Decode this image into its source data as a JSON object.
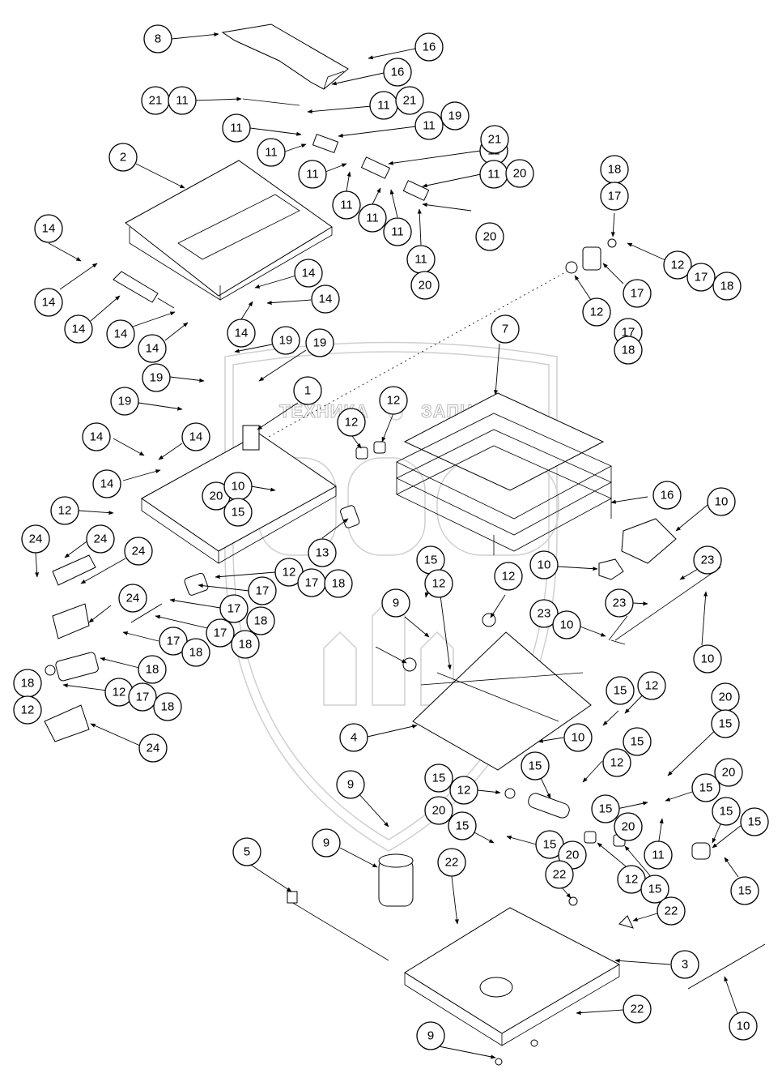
{
  "watermark": {
    "left_word": "ТЕХНИКА",
    "right_word": "ЗАПЧАСТИ",
    "logo_letters": "СПФ"
  },
  "callouts": [
    {
      "id": "c1",
      "label": "8"
    },
    {
      "id": "c2",
      "label": "16"
    },
    {
      "id": "c3",
      "label": "16"
    },
    {
      "id": "c4",
      "label": "21"
    },
    {
      "id": "c5",
      "label": "11"
    },
    {
      "id": "c6",
      "label": "11"
    },
    {
      "id": "c7",
      "label": "21"
    },
    {
      "id": "c8",
      "label": "11"
    },
    {
      "id": "c9",
      "label": "11"
    },
    {
      "id": "c10",
      "label": "19"
    },
    {
      "id": "c11",
      "label": "11"
    },
    {
      "id": "c12",
      "label": "11"
    },
    {
      "id": "c13",
      "label": "21"
    },
    {
      "id": "c14",
      "label": "2"
    },
    {
      "id": "c15",
      "label": "11"
    },
    {
      "id": "c16",
      "label": "11"
    },
    {
      "id": "c17",
      "label": "20"
    },
    {
      "id": "c18",
      "label": "11"
    },
    {
      "id": "c19",
      "label": "11"
    },
    {
      "id": "c20",
      "label": "11"
    },
    {
      "id": "c21",
      "label": "20"
    },
    {
      "id": "c22",
      "label": "11"
    },
    {
      "id": "c23",
      "label": "20"
    },
    {
      "id": "c24",
      "label": "18"
    },
    {
      "id": "c25",
      "label": "17"
    },
    {
      "id": "c26",
      "label": "12"
    },
    {
      "id": "c27",
      "label": "17"
    },
    {
      "id": "c28",
      "label": "18"
    },
    {
      "id": "c29",
      "label": "14"
    },
    {
      "id": "c30",
      "label": "14"
    },
    {
      "id": "c31",
      "label": "14"
    },
    {
      "id": "c32",
      "label": "14"
    },
    {
      "id": "c33",
      "label": "14"
    },
    {
      "id": "c34",
      "label": "14"
    },
    {
      "id": "c35",
      "label": "14"
    },
    {
      "id": "c36",
      "label": "14"
    },
    {
      "id": "c37",
      "label": "17"
    },
    {
      "id": "c38",
      "label": "12"
    },
    {
      "id": "c39",
      "label": "17"
    },
    {
      "id": "c40",
      "label": "18"
    },
    {
      "id": "c41",
      "label": "19"
    },
    {
      "id": "c42",
      "label": "19"
    },
    {
      "id": "c43",
      "label": "19"
    },
    {
      "id": "c44",
      "label": "19"
    },
    {
      "id": "c45",
      "label": "7"
    },
    {
      "id": "c46",
      "label": "1"
    },
    {
      "id": "c47",
      "label": "12"
    },
    {
      "id": "c48",
      "label": "12"
    },
    {
      "id": "c49",
      "label": "14"
    },
    {
      "id": "c50",
      "label": "14"
    },
    {
      "id": "c51",
      "label": "14"
    },
    {
      "id": "c52",
      "label": "20"
    },
    {
      "id": "c53",
      "label": "10"
    },
    {
      "id": "c54",
      "label": "15"
    },
    {
      "id": "c55",
      "label": "12"
    },
    {
      "id": "c56",
      "label": "16"
    },
    {
      "id": "c57",
      "label": "10"
    },
    {
      "id": "c58",
      "label": "24"
    },
    {
      "id": "c59",
      "label": "24"
    },
    {
      "id": "c60",
      "label": "24"
    },
    {
      "id": "c61",
      "label": "13"
    },
    {
      "id": "c62",
      "label": "12"
    },
    {
      "id": "c63",
      "label": "17"
    },
    {
      "id": "c64",
      "label": "18"
    },
    {
      "id": "c65",
      "label": "17"
    },
    {
      "id": "c66",
      "label": "15"
    },
    {
      "id": "c67",
      "label": "12"
    },
    {
      "id": "c68",
      "label": "10"
    },
    {
      "id": "c69",
      "label": "23"
    },
    {
      "id": "c70",
      "label": "24"
    },
    {
      "id": "c71",
      "label": "17"
    },
    {
      "id": "c72",
      "label": "18"
    },
    {
      "id": "c73",
      "label": "17"
    },
    {
      "id": "c74",
      "label": "18"
    },
    {
      "id": "c75",
      "label": "9"
    },
    {
      "id": "c76",
      "label": "12"
    },
    {
      "id": "c77",
      "label": "23"
    },
    {
      "id": "c78",
      "label": "17"
    },
    {
      "id": "c79",
      "label": "18"
    },
    {
      "id": "c80",
      "label": "18"
    },
    {
      "id": "c81",
      "label": "23"
    },
    {
      "id": "c82",
      "label": "10"
    },
    {
      "id": "c83",
      "label": "10"
    },
    {
      "id": "c84",
      "label": "18"
    },
    {
      "id": "c85",
      "label": "12"
    },
    {
      "id": "c86",
      "label": "17"
    },
    {
      "id": "c87",
      "label": "12"
    },
    {
      "id": "c88",
      "label": "18"
    },
    {
      "id": "c89",
      "label": "15"
    },
    {
      "id": "c90",
      "label": "12"
    },
    {
      "id": "c91",
      "label": "20"
    },
    {
      "id": "c92",
      "label": "4"
    },
    {
      "id": "c93",
      "label": "24"
    },
    {
      "id": "c94",
      "label": "10"
    },
    {
      "id": "c95",
      "label": "15"
    },
    {
      "id": "c96",
      "label": "15"
    },
    {
      "id": "c97",
      "label": "12"
    },
    {
      "id": "c98",
      "label": "15"
    },
    {
      "id": "c99",
      "label": "9"
    },
    {
      "id": "c100",
      "label": "15"
    },
    {
      "id": "c101",
      "label": "12"
    },
    {
      "id": "c102",
      "label": "15"
    },
    {
      "id": "c103",
      "label": "20"
    },
    {
      "id": "c104",
      "label": "20"
    },
    {
      "id": "c105",
      "label": "15"
    },
    {
      "id": "c106",
      "label": "15"
    },
    {
      "id": "c107",
      "label": "15"
    },
    {
      "id": "c108",
      "label": "20"
    },
    {
      "id": "c109",
      "label": "15"
    },
    {
      "id": "c110",
      "label": "15"
    },
    {
      "id": "c111",
      "label": "20"
    },
    {
      "id": "c112",
      "label": "11"
    },
    {
      "id": "c113",
      "label": "5"
    },
    {
      "id": "c114",
      "label": "9"
    },
    {
      "id": "c115",
      "label": "12"
    },
    {
      "id": "c116",
      "label": "15"
    },
    {
      "id": "c117",
      "label": "15"
    },
    {
      "id": "c118",
      "label": "22"
    },
    {
      "id": "c119",
      "label": "22"
    },
    {
      "id": "c120",
      "label": "22"
    },
    {
      "id": "c121",
      "label": "3"
    },
    {
      "id": "c122",
      "label": "22"
    },
    {
      "id": "c123",
      "label": "9"
    },
    {
      "id": "c124",
      "label": "10"
    }
  ]
}
